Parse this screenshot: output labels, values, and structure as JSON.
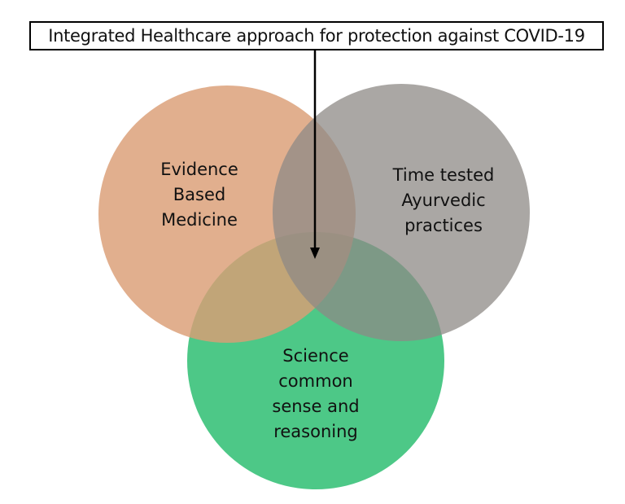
{
  "title": "Integrated Healthcare approach for protection against COVID-19",
  "circles": [
    {
      "id": "evidence",
      "lines": [
        "Evidence",
        "Based",
        "Medicine"
      ],
      "color": "#E0A882"
    },
    {
      "id": "ayurveda",
      "lines": [
        "Time tested",
        "Ayurvedic",
        "practices"
      ],
      "color": "#A8A4A1"
    },
    {
      "id": "science",
      "lines": [
        "Science",
        "common",
        "sense and",
        "reasoning"
      ],
      "color": "#4DC887"
    }
  ]
}
